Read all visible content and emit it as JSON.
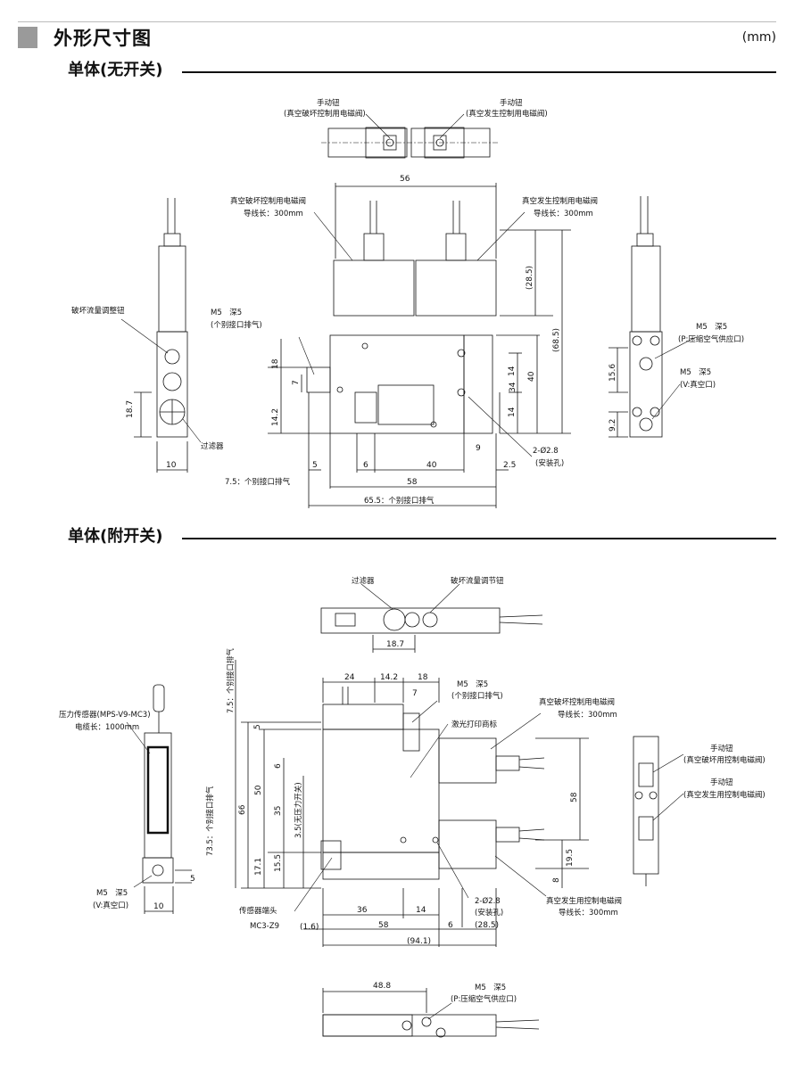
{
  "header": {
    "title": "外形尺寸图",
    "unit": "(mm)"
  },
  "section1": {
    "title": "单体(无开关)",
    "labels": {
      "manual_btn_1": "手动钮",
      "manual_btn_1_sub": "(真空破坏控制用电磁阀)",
      "manual_btn_2": "手动钮",
      "manual_btn_2_sub": "(真空发生控制用电磁阀)",
      "break_valve": "真空破坏控制用电磁阀",
      "break_valve_wire": "导线长：300mm",
      "gen_valve": "真空发生控制用电磁阀",
      "gen_valve_wire": "导线长：300mm",
      "flow_knob": "破坏流量调整钮",
      "m5_exhaust": "M5　深5",
      "m5_exhaust_sub": "(个别接口排气)",
      "filter": "过滤器",
      "m5_p": "M5　深5",
      "m5_p_sub": "(P:压缩空气供应口)",
      "m5_v": "M5　深5",
      "m5_v_sub": "(V:真空口)",
      "mount_hole": "2-Ø2.8",
      "mount_hole_sub": "(安装孔)",
      "exhaust_75": "7.5：个别接口排气",
      "exhaust_655": "65.5：个别接口排气"
    },
    "dims": {
      "d56": "56",
      "d285": "(28.5)",
      "d685": "(68.5)",
      "d40v": "40",
      "d34": "34",
      "d14a": "14",
      "d14b": "14",
      "d18": "18",
      "d7": "7",
      "d142": "14.2",
      "d187": "18.7",
      "d10": "10",
      "d5": "5",
      "d6": "6",
      "d40h": "40",
      "d9": "9",
      "d25": "2.5",
      "d58": "58",
      "d156": "15.6",
      "d92": "9.2"
    }
  },
  "section2": {
    "title": "单体(附开关)",
    "labels": {
      "filter": "过滤器",
      "flow_knob": "破坏流量调节钮",
      "pressure_sensor": "压力传感器(MPS-V9-MC3)",
      "cable": "电缆长：1000mm",
      "m5_exhaust": "M5　深5",
      "m5_exhaust_sub": "(个别接口排气)",
      "laser_logo": "激光打印商标",
      "break_valve": "真空破坏控制用电磁阀",
      "break_valve_wire": "导线长：300mm",
      "manual_btn_1": "手动钮",
      "manual_btn_1_sub": "(真空破坏用控制电磁阀)",
      "manual_btn_2": "手动钮",
      "manual_btn_2_sub": "(真空发生用控制电磁阀)",
      "m5_v": "M5　深5",
      "m5_v_sub": "(V:真空口)",
      "sensor_conn": "传感器端头",
      "sensor_conn_model": "MC3-Z9",
      "mount_hole": "2-Ø2.8",
      "mount_hole_sub": "(安装孔)",
      "gen_valve": "真空发生用控制电磁阀",
      "gen_valve_wire": "导线长：300mm",
      "m5_p": "M5　深5",
      "m5_p_sub": "(P:压缩空气供应口)",
      "exhaust_75": "7.5：个别接口排气",
      "exhaust_735": "73.5：个别接口排气",
      "no_switch": "3.5(无压力开关)"
    },
    "dims": {
      "d187": "18.7",
      "d24": "24",
      "d142": "14.2",
      "d18": "18",
      "d7": "7",
      "d5a": "5",
      "d6": "6",
      "d50": "50",
      "d66": "66",
      "d35": "35",
      "d171": "17.1",
      "d155": "15.5",
      "d58v": "58",
      "d195": "19.5",
      "d8": "8",
      "d5b": "5",
      "d10": "10",
      "d36": "36",
      "d14": "14",
      "d16": "(1.6)",
      "d58h": "58",
      "d6b": "6",
      "d285": "(28.5)",
      "d941": "(94.1)",
      "d488": "48.8"
    }
  }
}
